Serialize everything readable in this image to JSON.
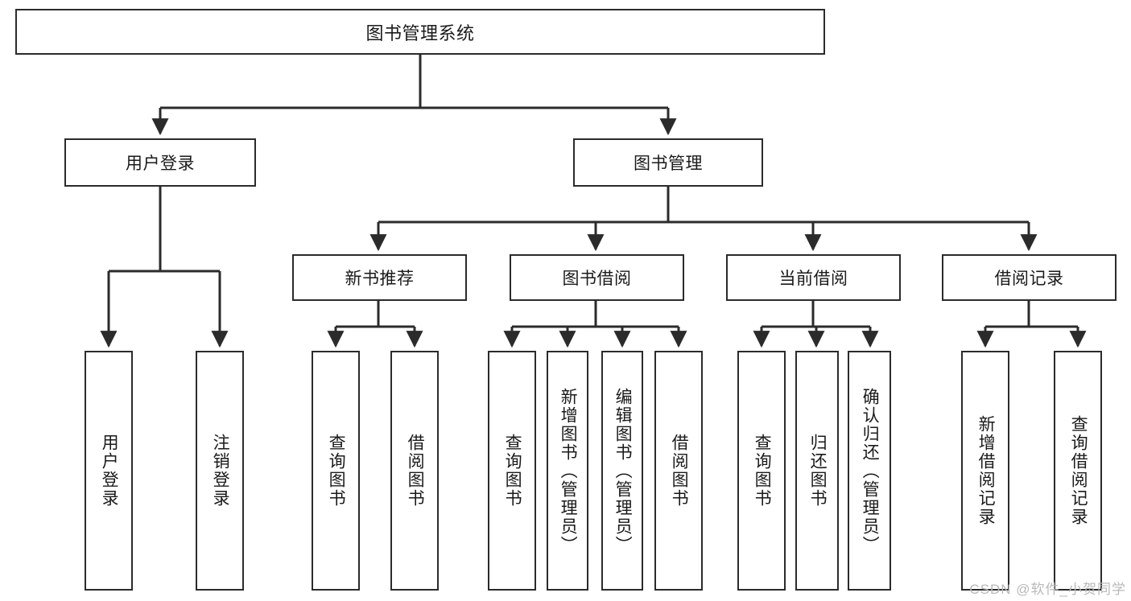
{
  "diagram": {
    "title": "图书管理系统",
    "type": "tree",
    "watermark": "CSDN @软件_小贺同学",
    "accent_color": "#2b2b2b",
    "background_color": "#ffffff",
    "nodes": {
      "root": "图书管理系统",
      "l2": [
        "用户登录",
        "图书管理"
      ],
      "l3": [
        "新书推荐",
        "图书借阅",
        "当前借阅",
        "借阅记录"
      ],
      "leaves_user_login": [
        "用户登录",
        "注销登录"
      ],
      "leaves_new_book": [
        "查询图书",
        "借阅图书"
      ],
      "leaves_borrow": [
        "查询图书",
        "新增图书（管理员）",
        "编辑图书（管理员）",
        "借阅图书"
      ],
      "leaves_current": [
        "查询图书",
        "归还图书",
        "确认归还（管理员）"
      ],
      "leaves_record": [
        "新增借阅记录",
        "查询借阅记录"
      ]
    }
  }
}
